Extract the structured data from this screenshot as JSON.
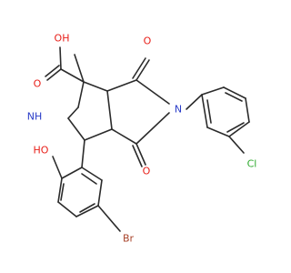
{
  "structure": {
    "colors": {
      "bond": "#2b2b2b",
      "oxygen": "#e8201a",
      "nitrogen": "#2a3cc8",
      "chlorine": "#2eaa2e",
      "bromine": "#a8432a"
    },
    "atom_labels": {
      "oh_acid": "OH",
      "o_acid": "O",
      "nh": "NH",
      "oh_phenol": "HO",
      "o_upper": "O",
      "o_lower": "O",
      "n_imide": "N",
      "cl": "Cl",
      "br": "Br"
    }
  }
}
